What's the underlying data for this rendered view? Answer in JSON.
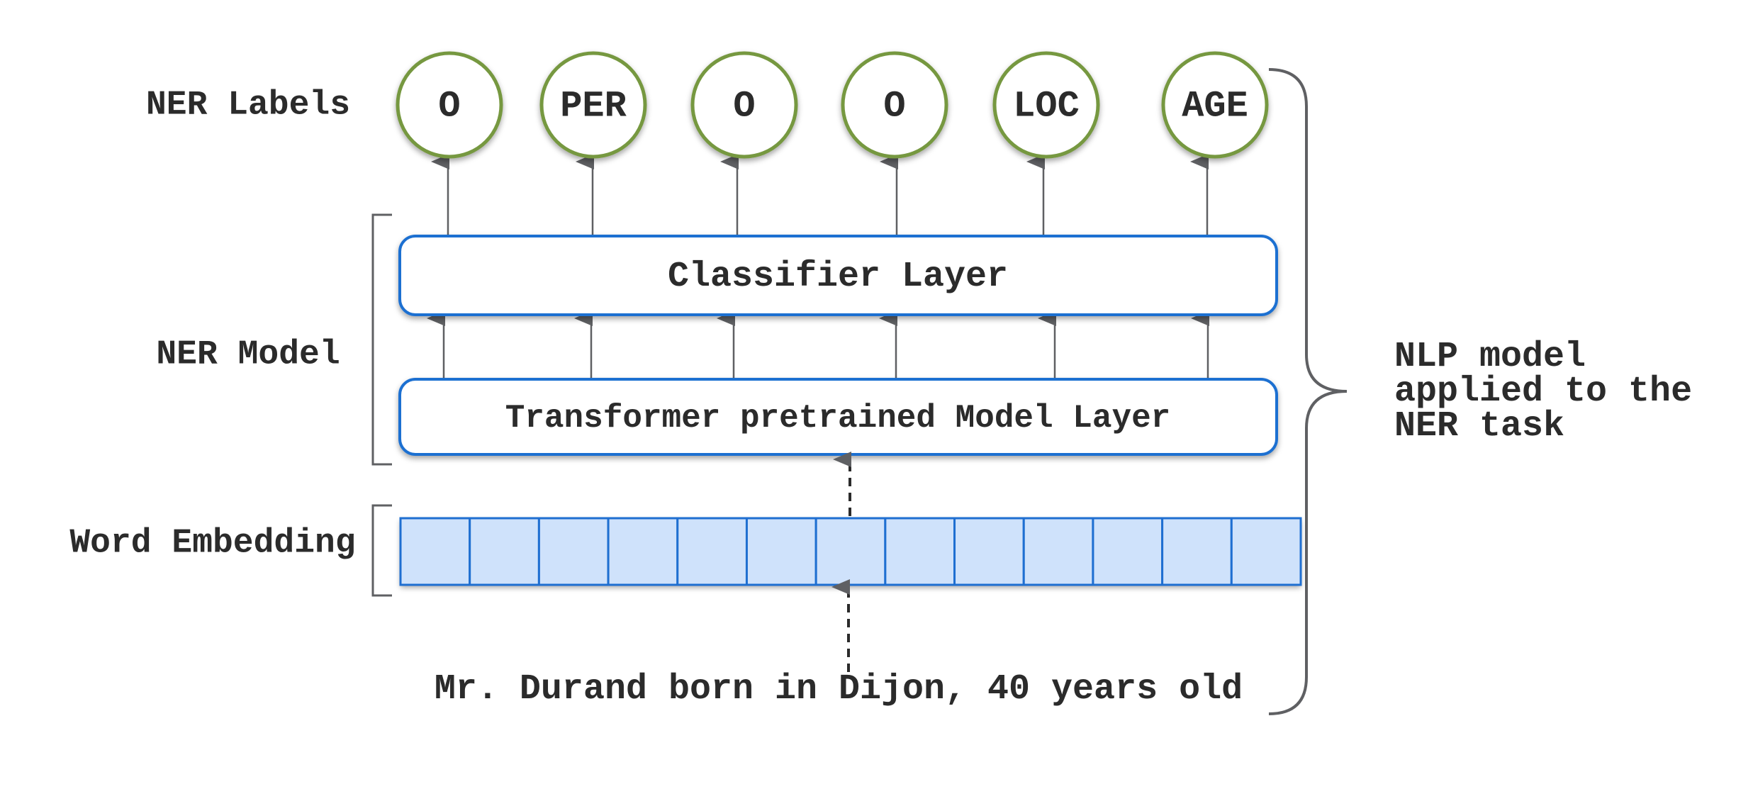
{
  "row_labels": {
    "ner_labels": "NER Labels",
    "ner_model": "NER Model",
    "word_embedding": "Word Embedding"
  },
  "labels": [
    "O",
    "PER",
    "O",
    "O",
    "LOC",
    "AGE"
  ],
  "layers": {
    "classifier": "Classifier Layer",
    "transformer": "Transformer pretrained Model Layer"
  },
  "embedding_cells": 13,
  "input_sentence": "Mr. Durand born in Dijon, 40 years old",
  "annotation": [
    "NLP model",
    "applied to the",
    "NER task"
  ],
  "colors": {
    "label_circle_border": "#76983f",
    "layer_border": "#1f6fd1",
    "embedding_fill": "#cfe2fb",
    "text": "#2b2b2b",
    "arrow": "#5f6063"
  }
}
